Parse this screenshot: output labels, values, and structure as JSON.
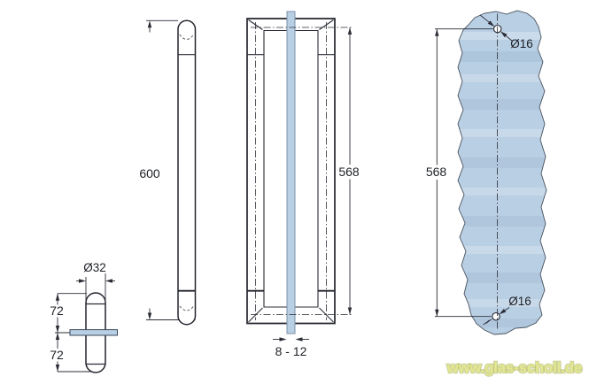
{
  "drawing": {
    "side_view": {
      "diameter": "Ø32",
      "top_offset": "72",
      "bottom_offset": "72"
    },
    "front_view": {
      "length": "600"
    },
    "pair_view": {
      "centers": "568",
      "glass_thickness": "8 - 12"
    },
    "panel_view": {
      "centers": "568",
      "top_hole": "Ø16",
      "bottom_hole": "Ø16"
    }
  },
  "watermark": {
    "text": "www.glas-scholl.de"
  },
  "colors": {
    "glass_blue": "#b9cfe4",
    "line": "#2b2d36",
    "watermark_yellow": "#e3e88f"
  }
}
